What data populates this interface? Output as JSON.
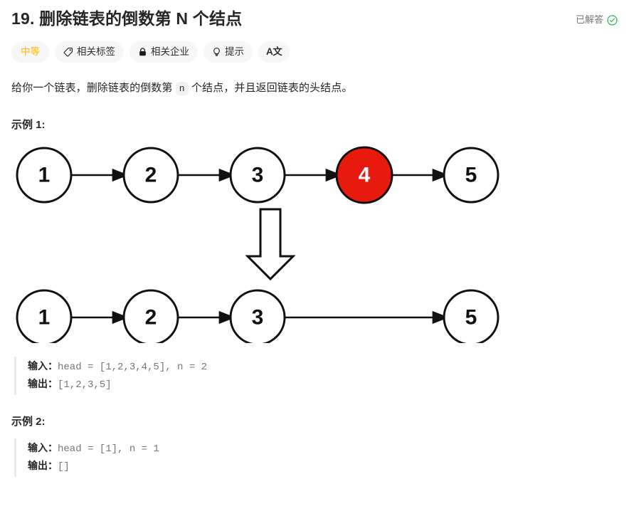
{
  "header": {
    "title": "19. 删除链表的倒数第 N 个结点",
    "status_label": "已解答",
    "status_icon": "check-circle-icon",
    "status_color": "#2db55d"
  },
  "tags": [
    {
      "label": "中等",
      "icon": null,
      "name": "difficulty-badge",
      "color": "#ffb800"
    },
    {
      "label": "相关标签",
      "icon": "tag-icon",
      "name": "related-tags-button"
    },
    {
      "label": "相关企业",
      "icon": "lock-icon",
      "name": "related-companies-button"
    },
    {
      "label": "提示",
      "icon": "lightbulb-icon",
      "name": "hint-button"
    },
    {
      "label": "A文",
      "icon": "translate-icon",
      "name": "translate-button"
    }
  ],
  "description": {
    "prefix": "给你一个链表，删除链表的倒数第 ",
    "code": "n",
    "suffix": " 个结点，并且返回链表的头结点。"
  },
  "examples": [
    {
      "heading": "示例 1:",
      "input_label": "输入：",
      "input_value": "head = [1,2,3,4,5], n = 2",
      "output_label": "输出：",
      "output_value": "[1,2,3,5]"
    },
    {
      "heading": "示例 2:",
      "input_label": "输入：",
      "input_value": "head = [1], n = 1",
      "output_label": "输出：",
      "output_value": "[]"
    }
  ],
  "diagram": {
    "alt": "删除倒数第 2 个结点示意图",
    "before_row": [
      {
        "value": "1",
        "highlight": false
      },
      {
        "value": "2",
        "highlight": false
      },
      {
        "value": "3",
        "highlight": false
      },
      {
        "value": "4",
        "highlight": true
      },
      {
        "value": "5",
        "highlight": false
      }
    ],
    "after_row": [
      {
        "value": "1"
      },
      {
        "value": "2"
      },
      {
        "value": "3"
      },
      {
        "value": "5"
      }
    ],
    "highlight_color": "#e8190d",
    "node_stroke": "#111111",
    "transform_arrow": "down-block-arrow"
  }
}
